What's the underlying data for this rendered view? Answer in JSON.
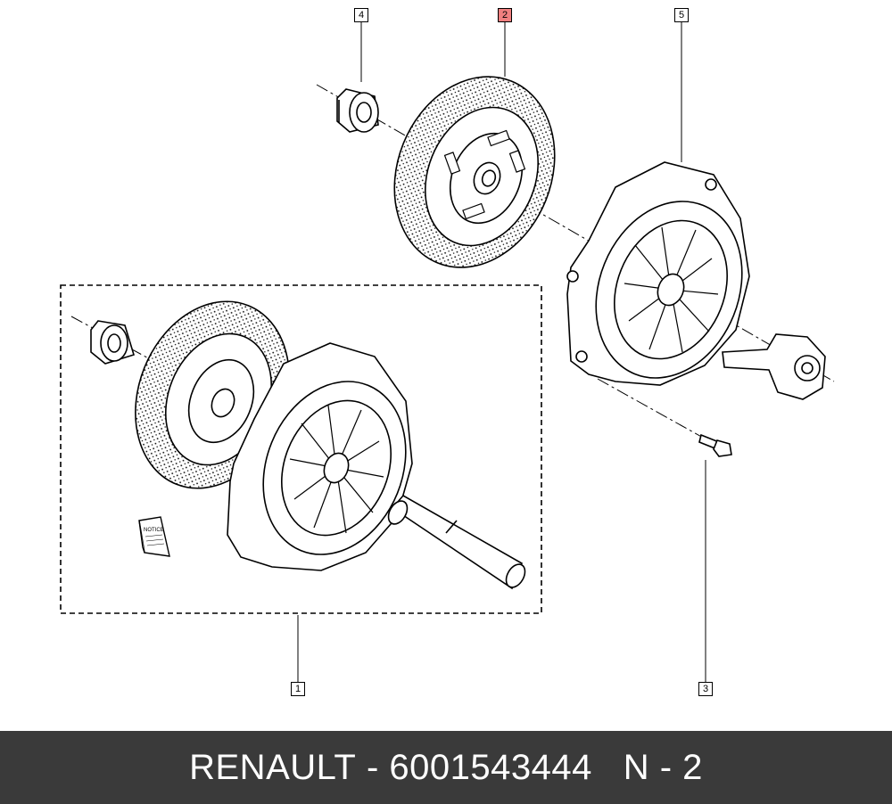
{
  "callouts": {
    "c1": "1",
    "c2": "2",
    "c3": "3",
    "c4": "4",
    "c5": "5"
  },
  "colors": {
    "highlight": "#f08080",
    "footer_bg": "#3a3a3a",
    "footer_text": "#ffffff"
  },
  "booklet_text": "NOTICE",
  "footer": {
    "brand": "RENAULT",
    "separator": " - ",
    "part_number": "6001543444",
    "position_label": "N - 2"
  }
}
